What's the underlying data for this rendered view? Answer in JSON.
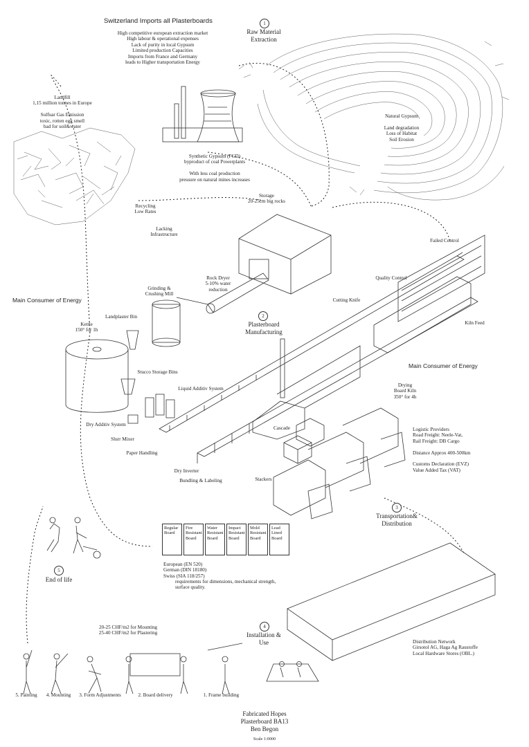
{
  "header": {
    "title": "Switzerland Imports all Plasterboards",
    "reasons": "High competitive european extraction market\nHigh labour & operational expenses\nLack of purity in local Gypsum\nLimited production Capacities\nImports from France and Germany\nleads to Higher transportation Energy"
  },
  "stage1": {
    "num": "1",
    "title": "Raw Material\nExtraction"
  },
  "stage2": {
    "num": "2",
    "title": "Plasterboard\nManufacturing"
  },
  "stage3": {
    "num": "3",
    "title": "Transportation&\nDistribution"
  },
  "stage4": {
    "num": "4",
    "title": "Installation &\nUse"
  },
  "stage5": {
    "num": "5",
    "title": "End of life"
  },
  "landfill": "Landfill\n1,15 million tonnes in Europe\n\nSulfuar Gas Emission\ntoxic, rotten egg smell\nbad for soil&water",
  "synthetic": "Synthetic Gypsum (FGD)\nbyproduct of coal Powerplants\n\nWith less coal production\npressure on natural mines increases",
  "natural": "Natural Gypsum\n\nLand degradation\nLoss of Habitat\nSoil Erosion",
  "storage": "Storage\n20-25cm big rocks",
  "recycling": "Recycling\nLow Rates",
  "lacking": "Lacking\nInfrastructure",
  "failed_control": "Failed Control",
  "quality_control": "Quality Control",
  "rock_dryer": "Rock Dryer\n5-10% water\nreduction",
  "grinding": "Grinding &\nCrushing Mill",
  "main_consumer": "Main Consumer of Energy",
  "kettle": "Kettle\n150° for 1h",
  "landplaster": "Landplaster Bin",
  "stucco": "Stucco Storage Bins",
  "liquid": "Liquid Additiv System",
  "dry_additiv": "Dry Additiv System",
  "slurry": "Slurr Mixer",
  "paper": "Paper Handling",
  "cutting": "Cutting Knife",
  "kiln_feed": "Kiln Feed",
  "drying": "Drying\nBoard Kiln\n350° for 4h",
  "cascade": "Cascade",
  "dry_inverter": "Dry Inverter",
  "bundling": "Bundling & Labeling",
  "stackers": "Stackers",
  "logistic": "Logistic Providers\nRoad Freight: Neele-Vat,\nRail Freight: DB Cargo\n\nDistance Approx 400-500km\n\nCustoms Declaration (EVZ)\nValue Added Tax (VAT)",
  "boards": [
    "Regular\nBoard",
    "Fire\nResistant\nBoard",
    "Water\nResistant\nBoard",
    "Impact\nResistant\nBoard",
    "Mold\nResistant\nBoard",
    "Lead\nLined\nBoard"
  ],
  "standards": "European (EN 520)\nGerman (DIN 18180)\nSwiss   (SIA 118/257)",
  "requirements": "requirements for dimensions, mechanical strength,\nsurface quality.",
  "distribution": "Distribution Network\nGirsotol AG, Haga Ag Raustoffe\nLocal Hardware Stores (OBL.)",
  "cost": "20-25 CHF/m2 for Mounting\n25-40 CHF/m2 for Plastering",
  "steps": [
    "5. Painting",
    "4. Mounting",
    "3. Form Adjustments",
    "2. Board delivery",
    "1. Frame building"
  ],
  "footer": {
    "title": "Fabricated Hopes\nPlasterboard BA13\nBen Begon",
    "scale": "Scale 1:0000"
  }
}
